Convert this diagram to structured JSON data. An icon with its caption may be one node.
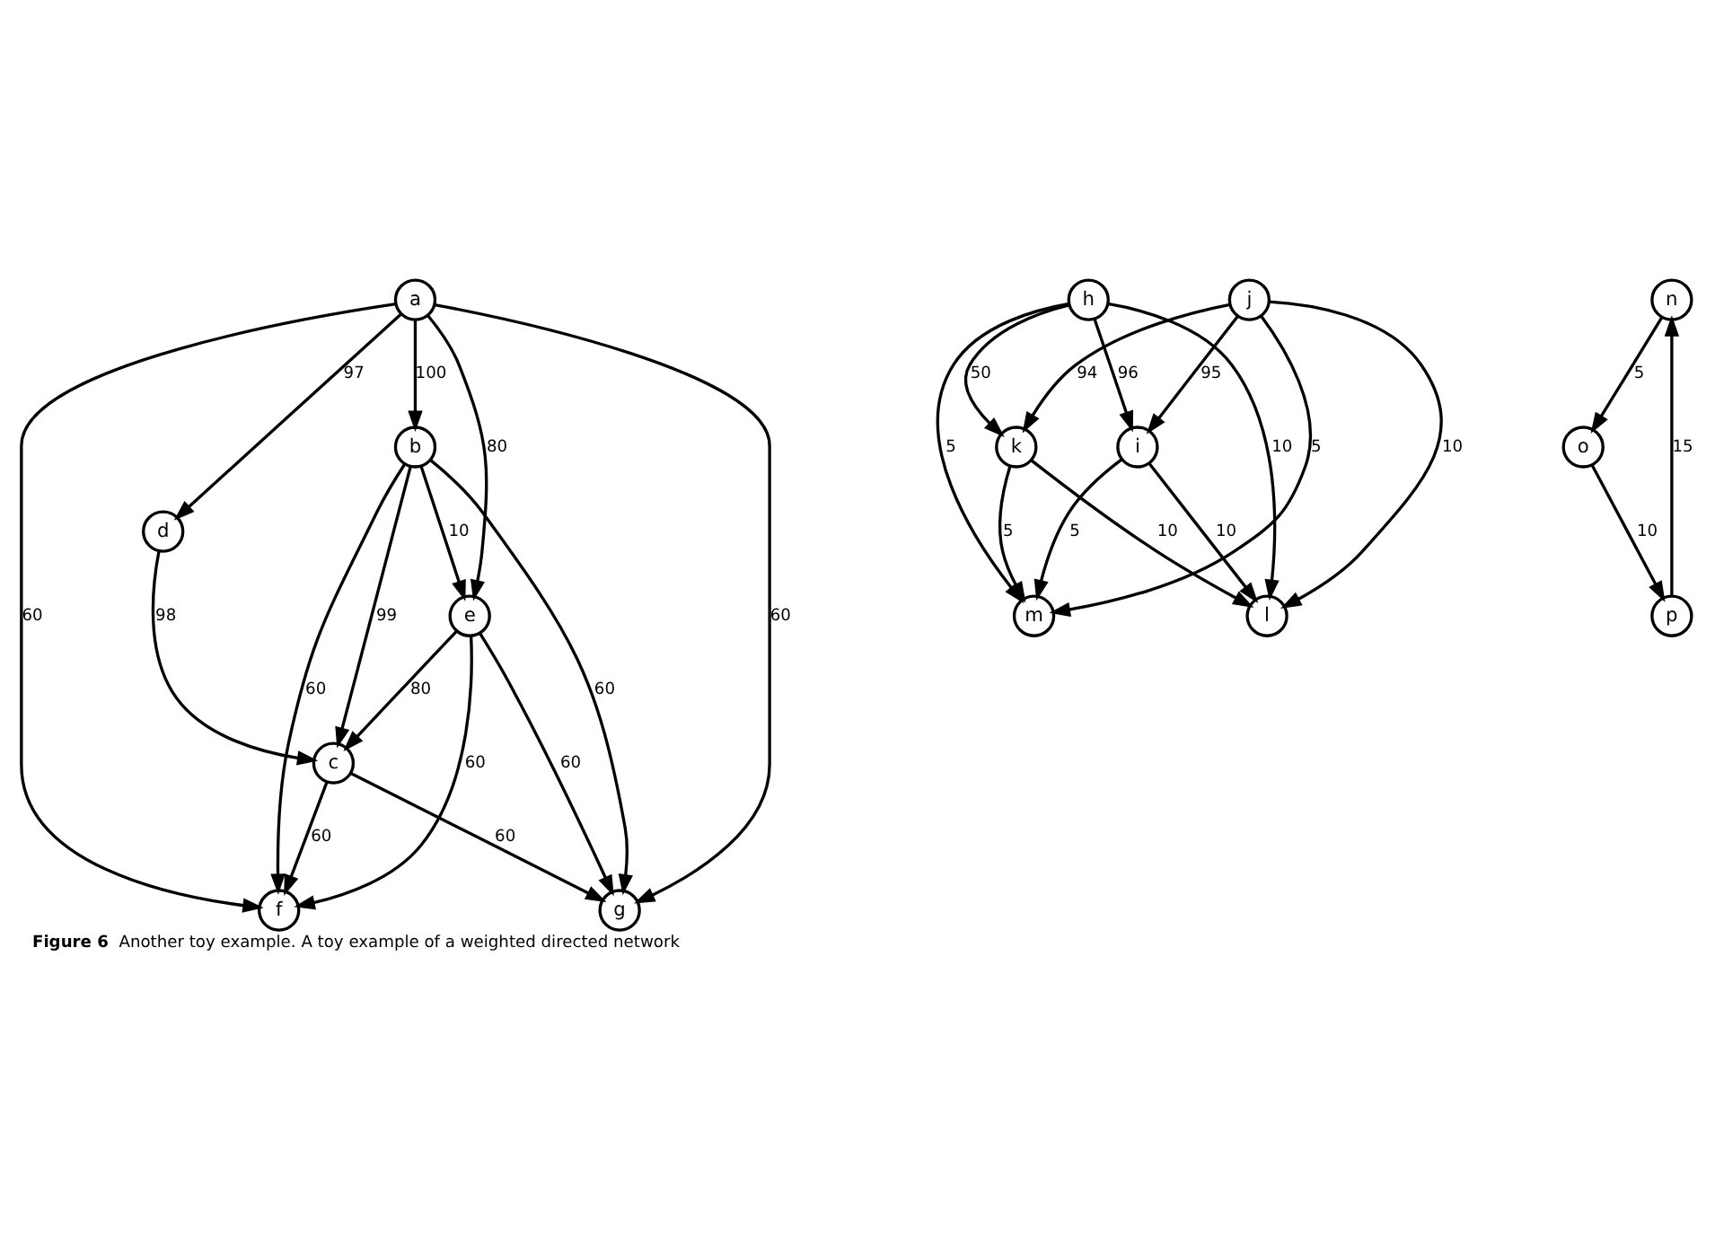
{
  "diagram": {
    "caption": "**Figure 6** Another toy example. A toy example of a weighted directed network",
    "nodes": [
      {
        "text": [
          "a"
        ]
      },
      {
        "text": [
          "b"
        ]
      },
      {
        "text": [
          "c"
        ]
      },
      {
        "text": [
          "d"
        ]
      },
      {
        "text": [
          "e"
        ]
      },
      {
        "text": [
          "f"
        ]
      },
      {
        "text": [
          "g"
        ]
      },
      {
        "text": [
          "h"
        ]
      },
      {
        "text": [
          "i"
        ]
      },
      {
        "text": [
          "j"
        ]
      },
      {
        "text": [
          "k"
        ]
      },
      {
        "text": [
          "l"
        ]
      },
      {
        "text": [
          "m"
        ]
      },
      {
        "text": [
          "n"
        ]
      },
      {
        "text": [
          "o"
        ]
      },
      {
        "text": [
          "p"
        ]
      }
    ],
    "edges": [
      {
        "from": 0,
        "to": 5,
        "arrow": "to",
        "label": "60"
      },
      {
        "from": 4,
        "to": 5,
        "arrow": "to",
        "label": "60"
      },
      {
        "from": 0,
        "to": 4,
        "arrow": "to",
        "label": "80"
      },
      {
        "from": 1,
        "to": 5,
        "arrow": "to",
        "label": "60"
      },
      {
        "from": 2,
        "to": 5,
        "arrow": "to",
        "label": "60"
      },
      {
        "from": 0,
        "to": 1,
        "arrow": "to",
        "label": "100"
      },
      {
        "from": 0,
        "to": 3,
        "arrow": "to",
        "label": "97"
      },
      {
        "from": 1,
        "to": 4,
        "arrow": "to",
        "label": "10"
      },
      {
        "from": 4,
        "to": 2,
        "arrow": "to",
        "label": "80"
      },
      {
        "from": 0,
        "to": 6,
        "arrow": "to",
        "label": "60"
      },
      {
        "from": 4,
        "to": 6,
        "arrow": "to",
        "label": "60"
      },
      {
        "from": 1,
        "to": 2,
        "arrow": "to",
        "label": "99"
      },
      {
        "from": 3,
        "to": 2,
        "arrow": "to",
        "label": "98"
      },
      {
        "from": 1,
        "to": 6,
        "arrow": "to",
        "label": "60"
      },
      {
        "from": 2,
        "to": 6,
        "arrow": "to",
        "label": "60"
      },
      {
        "from": 7,
        "to": 11,
        "arrow": "to",
        "label": "10"
      },
      {
        "from": 8,
        "to": 11,
        "arrow": "to",
        "label": "10"
      },
      {
        "from": 7,
        "to": 8,
        "arrow": "to",
        "label": "96"
      },
      {
        "from": 10,
        "to": 11,
        "arrow": "to",
        "label": "10"
      },
      {
        "from": 9,
        "to": 11,
        "arrow": "to",
        "label": "10"
      },
      {
        "from": 7,
        "to": 10,
        "arrow": "to",
        "label": "50"
      },
      {
        "from": 9,
        "to": 8,
        "arrow": "to",
        "label": "95"
      },
      {
        "from": 7,
        "to": 12,
        "arrow": "to",
        "label": "5"
      },
      {
        "from": 8,
        "to": 12,
        "arrow": "to",
        "label": "5"
      },
      {
        "from": 9,
        "to": 10,
        "arrow": "to",
        "label": "94"
      },
      {
        "from": 10,
        "to": 12,
        "arrow": "to",
        "label": "5"
      },
      {
        "from": 9,
        "to": 12,
        "arrow": "to",
        "label": "5"
      },
      {
        "from": 13,
        "to": 14,
        "arrow": "to",
        "label": "5"
      },
      {
        "from": 14,
        "to": 15,
        "arrow": "to",
        "label": "10"
      },
      {
        "from": 15,
        "to": 13,
        "arrow": "to",
        "label": "15"
      }
    ]
  }
}
